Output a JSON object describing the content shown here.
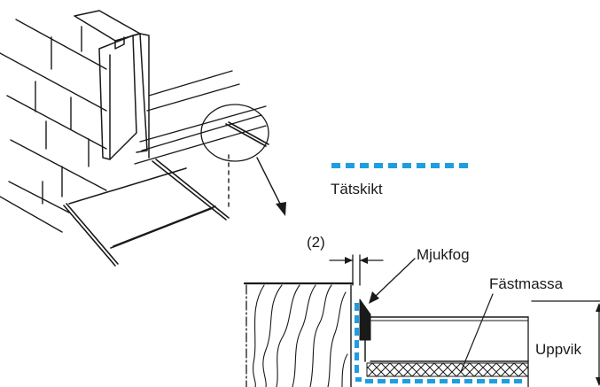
{
  "labels": {
    "tatskikt": "Tätskikt",
    "dimension": "(2)",
    "mjukfog": "Mjukfog",
    "fastmassa": "Fästmassa",
    "uppvik": "Uppvik"
  },
  "colors": {
    "line": "#1a1a1a",
    "waterproofing": "#1e9ee0",
    "background": "#ffffff"
  }
}
